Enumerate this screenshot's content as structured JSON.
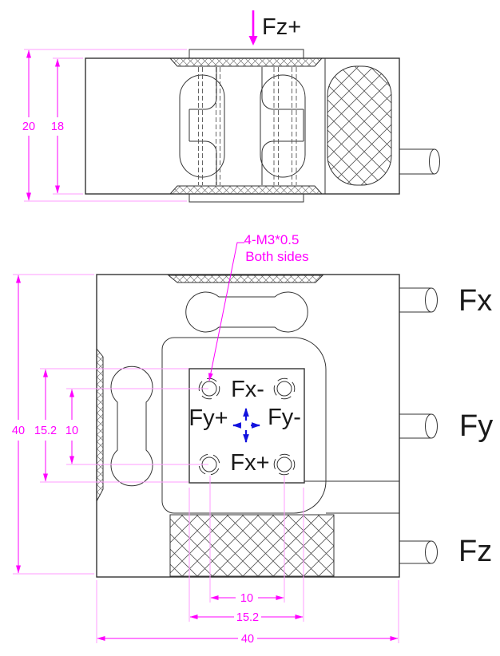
{
  "page": {
    "background": "#FFFFFF",
    "type": "load-cell engineering drawing, two orthographic views"
  },
  "colors": {
    "dimension_lines": "#FF00FF",
    "extension_lines": "#FF9BFF",
    "direction_arrows_blue": "#1212DE",
    "drawing_lines": "#333333"
  },
  "top_view": {
    "force_arrow_label": "Fz+",
    "dims": {
      "overall_height": "20",
      "body_height": "18"
    }
  },
  "front_view": {
    "thread_annotation": {
      "line1": "4-M3*0.5",
      "line2": "Both sides"
    },
    "hole_direction_labels": {
      "top": "Fx-",
      "left": "Fy+",
      "right": "Fy-",
      "bottom": "Fx+"
    },
    "connector_labels": {
      "top": "Fx",
      "middle": "Fy",
      "bottom": "Fz"
    },
    "dims_left": {
      "overall": "40",
      "boss": "15.2",
      "hole_spacing": "10"
    },
    "dims_bottom": {
      "hole_spacing": "10",
      "boss": "15.2",
      "overall": "40"
    }
  }
}
